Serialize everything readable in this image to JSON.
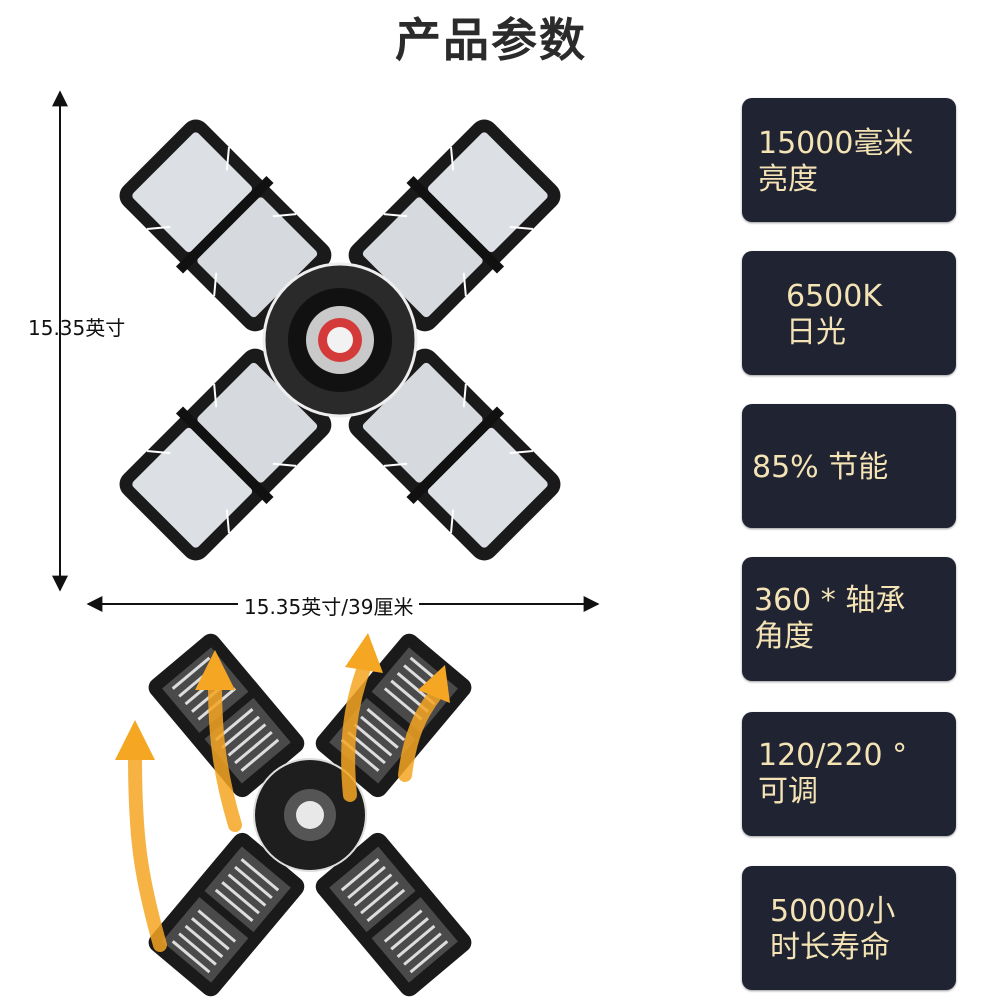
{
  "title": "产品参数",
  "dimensions": {
    "height_label": "15.35英寸",
    "width_label": "15.35英寸/39厘米"
  },
  "specs": [
    {
      "line1": "15000毫米",
      "line2": "亮度"
    },
    {
      "line1": "6500K",
      "line2": "日光"
    },
    {
      "line1": "85% 节能",
      "line2": ""
    },
    {
      "line1": "360 * 轴承",
      "line2": "角度"
    },
    {
      "line1": "120/220 °",
      "line2": "可调"
    },
    {
      "line1": "50000小",
      "line2": "时长寿命"
    }
  ],
  "colors": {
    "card_bg": "#1f2332",
    "card_text": "#f4e3b4",
    "arrow": "#f5a623",
    "lamp_frame": "#1a1a1a",
    "lamp_panel": "#dcdfe4"
  }
}
